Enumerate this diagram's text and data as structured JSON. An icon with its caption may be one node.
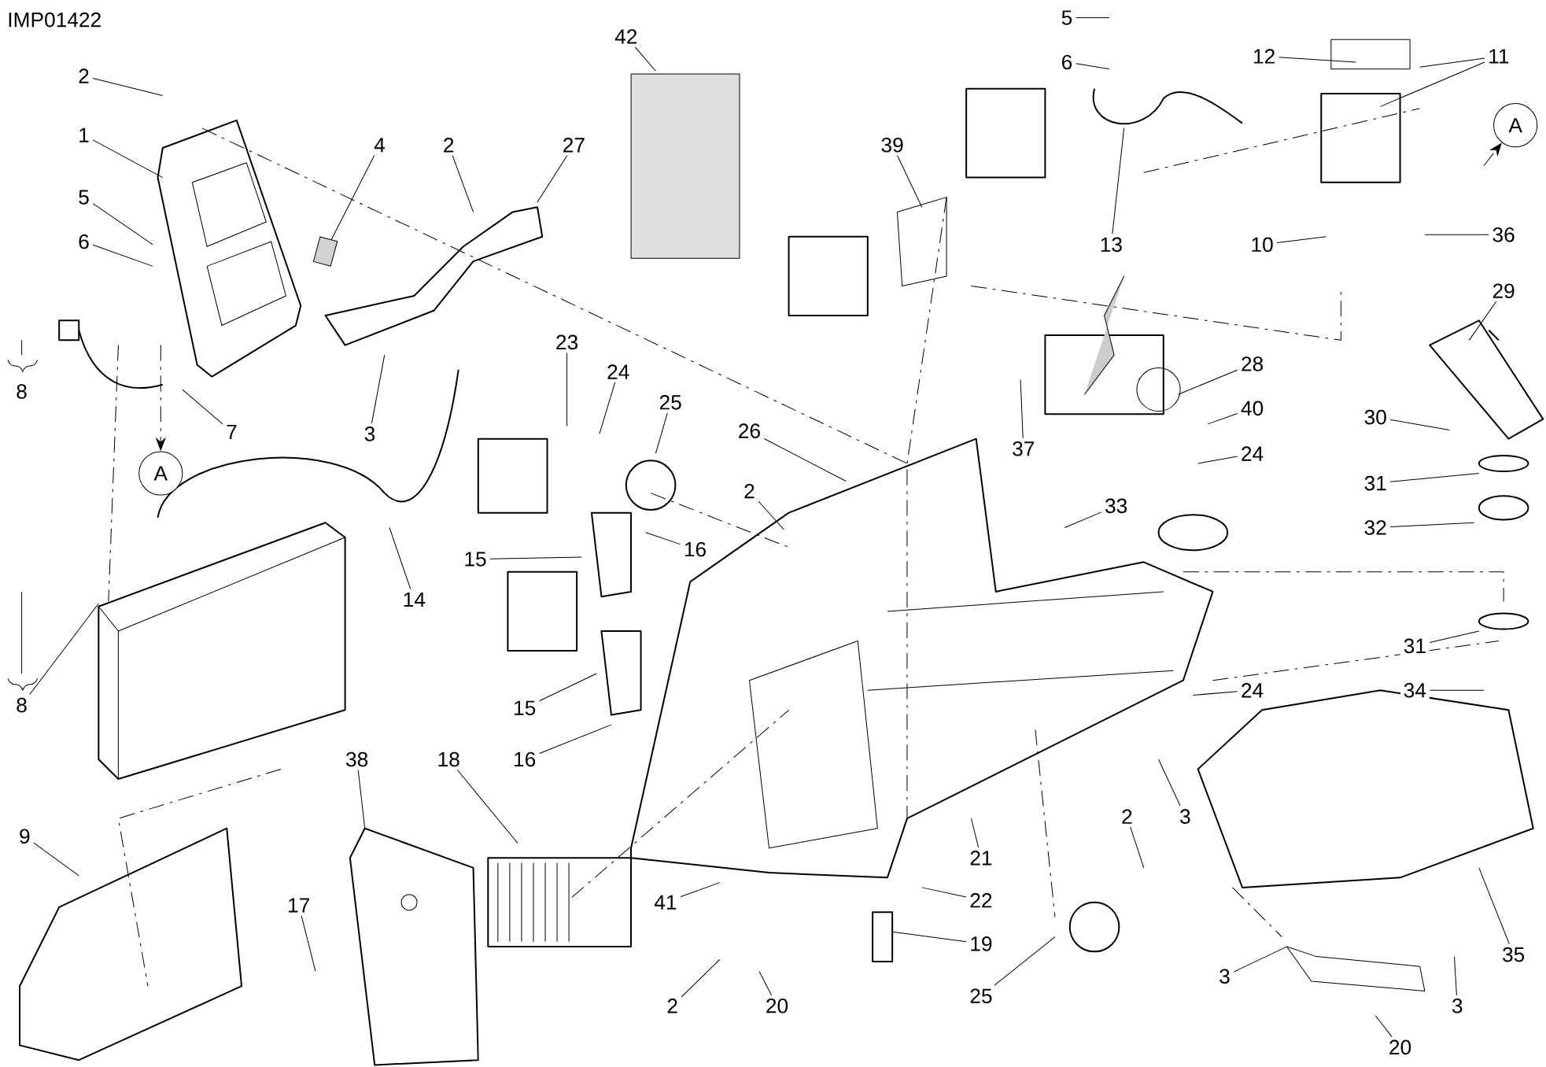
{
  "diagram": {
    "nodes": [
      {
        "text": [
          "2"
        ]
      },
      {
        "text": [
          "1"
        ]
      },
      {
        "text": [
          "5"
        ]
      },
      {
        "text": [
          "4"
        ]
      },
      {
        "text": [
          "6"
        ]
      },
      {
        "text": [
          "2"
        ]
      },
      {
        "text": [
          "27"
        ]
      },
      {
        "text": [
          "8"
        ]
      },
      {
        "text": [
          "7"
        ]
      },
      {
        "text": [
          "3"
        ]
      },
      {
        "text": [
          "A"
        ]
      },
      {
        "text": [
          "42"
        ]
      },
      {
        "text": [
          "5"
        ]
      },
      {
        "text": [
          "6"
        ]
      },
      {
        "text": [
          "12"
        ]
      },
      {
        "text": [
          "11"
        ]
      },
      {
        "text": [
          "A"
        ]
      },
      {
        "text": [
          "39"
        ]
      },
      {
        "text": [
          "13"
        ]
      },
      {
        "text": [
          "10"
        ]
      },
      {
        "text": [
          "36"
        ]
      },
      {
        "text": [
          "29"
        ]
      },
      {
        "text": [
          "23"
        ]
      },
      {
        "text": [
          "24"
        ]
      },
      {
        "text": [
          "25"
        ]
      },
      {
        "text": [
          "28"
        ]
      },
      {
        "text": [
          "26"
        ]
      },
      {
        "text": [
          "40"
        ]
      },
      {
        "text": [
          "37"
        ]
      },
      {
        "text": [
          "24"
        ]
      },
      {
        "text": [
          "30"
        ]
      },
      {
        "text": [
          "31"
        ]
      },
      {
        "text": [
          "2"
        ]
      },
      {
        "text": [
          "33"
        ]
      },
      {
        "text": [
          "16"
        ]
      },
      {
        "text": [
          "15"
        ]
      },
      {
        "text": [
          "14"
        ]
      },
      {
        "text": [
          "32"
        ]
      },
      {
        "text": [
          "8"
        ]
      },
      {
        "text": [
          "31"
        ]
      },
      {
        "text": [
          "15"
        ]
      },
      {
        "text": [
          "16"
        ]
      },
      {
        "text": [
          "24"
        ]
      },
      {
        "text": [
          "34"
        ]
      },
      {
        "text": [
          "38"
        ]
      },
      {
        "text": [
          "18"
        ]
      },
      {
        "text": [
          "3"
        ]
      },
      {
        "text": [
          "9"
        ]
      },
      {
        "text": [
          "2"
        ]
      },
      {
        "text": [
          "21"
        ]
      },
      {
        "text": [
          "35"
        ]
      },
      {
        "text": [
          "17"
        ]
      },
      {
        "text": [
          "41"
        ]
      },
      {
        "text": [
          "22"
        ]
      },
      {
        "text": [
          "19"
        ]
      },
      {
        "text": [
          "25"
        ]
      },
      {
        "text": [
          "3"
        ]
      },
      {
        "text": [
          "3"
        ]
      },
      {
        "text": [
          "2"
        ]
      },
      {
        "text": [
          "20"
        ]
      },
      {
        "text": [
          "20"
        ]
      },
      {
        "text": [],
        "shape": "box"
      }
    ],
    "edges": [
      {
        "from": 0,
        "to": null,
        "arrow": "none"
      },
      {
        "from": 1,
        "to": null,
        "arrow": "none"
      },
      {
        "from": 2,
        "to": null,
        "arrow": "none"
      },
      {
        "from": 3,
        "to": 61,
        "arrow": "none"
      },
      {
        "from": 4,
        "to": null,
        "arrow": "none"
      },
      {
        "from": 5,
        "to": null,
        "arrow": "none"
      },
      {
        "from": 6,
        "to": null,
        "arrow": "none"
      },
      {
        "from": 8,
        "to": null,
        "arrow": "none"
      },
      {
        "from": 9,
        "to": null,
        "arrow": "none"
      },
      {
        "from": null,
        "to": 10,
        "arrow": "to",
        "style": "dashed"
      },
      {
        "from": 11,
        "to": null,
        "arrow": "none"
      },
      {
        "from": 12,
        "to": null,
        "arrow": "none"
      },
      {
        "from": 13,
        "to": null,
        "arrow": "none"
      },
      {
        "from": 14,
        "to": null,
        "arrow": "none"
      },
      {
        "from": 15,
        "to": null,
        "arrow": "none"
      },
      {
        "from": 15,
        "to": null,
        "arrow": "none"
      },
      {
        "from": null,
        "to": 16,
        "arrow": "to",
        "style": "dashed"
      },
      {
        "from": 17,
        "to": null,
        "arrow": "none"
      },
      {
        "from": 18,
        "to": null,
        "arrow": "none"
      },
      {
        "from": 19,
        "to": null,
        "arrow": "none"
      },
      {
        "from": 20,
        "to": null,
        "arrow": "none"
      },
      {
        "from": 21,
        "to": null,
        "arrow": "none"
      },
      {
        "from": 22,
        "to": null,
        "arrow": "none"
      },
      {
        "from": 23,
        "to": null,
        "arrow": "none"
      },
      {
        "from": 24,
        "to": null,
        "arrow": "none"
      },
      {
        "from": 25,
        "to": null,
        "arrow": "none"
      },
      {
        "from": 26,
        "to": null,
        "arrow": "none"
      },
      {
        "from": 27,
        "to": null,
        "arrow": "none"
      },
      {
        "from": 28,
        "to": null,
        "arrow": "none"
      },
      {
        "from": 29,
        "to": null,
        "arrow": "none"
      },
      {
        "from": 30,
        "to": null,
        "arrow": "none"
      },
      {
        "from": 31,
        "to": null,
        "arrow": "none"
      },
      {
        "from": 32,
        "to": null,
        "arrow": "none"
      },
      {
        "from": 33,
        "to": null,
        "arrow": "none"
      },
      {
        "from": 34,
        "to": null,
        "arrow": "none"
      },
      {
        "from": 35,
        "to": null,
        "arrow": "none"
      },
      {
        "from": 36,
        "to": null,
        "arrow": "none"
      },
      {
        "from": 37,
        "to": null,
        "arrow": "none"
      },
      {
        "from": 38,
        "to": null,
        "arrow": "none"
      },
      {
        "from": 39,
        "to": null,
        "arrow": "none"
      },
      {
        "from": 40,
        "to": null,
        "arrow": "none"
      },
      {
        "from": 41,
        "to": null,
        "arrow": "none"
      },
      {
        "from": 42,
        "to": null,
        "arrow": "none"
      },
      {
        "from": 43,
        "to": null,
        "arrow": "none"
      },
      {
        "from": 44,
        "to": null,
        "arrow": "none"
      },
      {
        "from": 45,
        "to": null,
        "arrow": "none"
      },
      {
        "from": 46,
        "to": null,
        "arrow": "none"
      },
      {
        "from": 47,
        "to": null,
        "arrow": "none"
      },
      {
        "from": 48,
        "to": null,
        "arrow": "none"
      },
      {
        "from": 49,
        "to": null,
        "arrow": "none"
      },
      {
        "from": 50,
        "to": null,
        "arrow": "none"
      },
      {
        "from": 51,
        "to": null,
        "arrow": "none"
      },
      {
        "from": 52,
        "to": null,
        "arrow": "none"
      },
      {
        "from": 53,
        "to": null,
        "arrow": "none"
      },
      {
        "from": 54,
        "to": null,
        "arrow": "none"
      },
      {
        "from": 55,
        "to": null,
        "arrow": "none"
      },
      {
        "from": 56,
        "to": null,
        "arrow": "none"
      },
      {
        "from": 57,
        "to": null,
        "arrow": "none"
      },
      {
        "from": 58,
        "to": null,
        "arrow": "none"
      },
      {
        "from": 59,
        "to": null,
        "arrow": "none"
      },
      {
        "from": 60,
        "to": null,
        "arrow": "none"
      }
    ],
    "labels": [
      "IMP01422"
    ]
  }
}
